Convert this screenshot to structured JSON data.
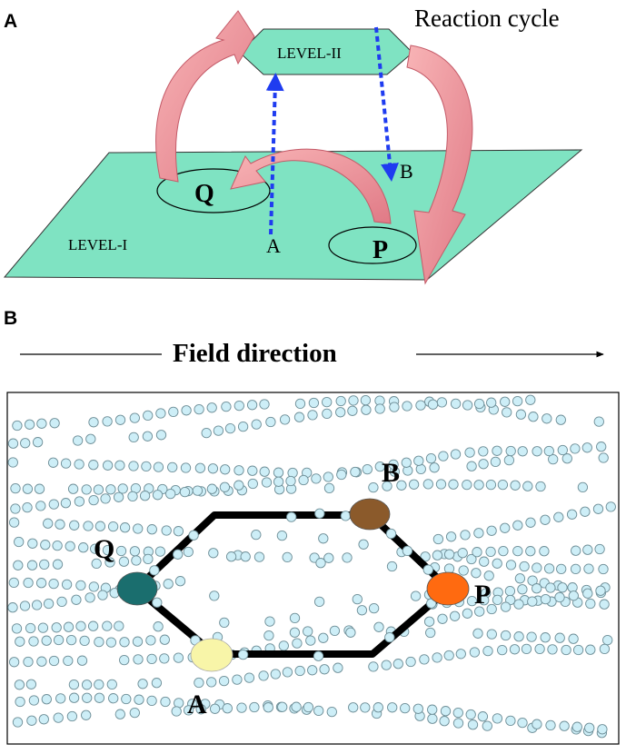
{
  "panel_a": {
    "letter": "A",
    "title": "Reaction cycle",
    "level2_label": "LEVEL-II",
    "level1_label": "LEVEL-I",
    "label_q": "Q",
    "label_p": "P",
    "label_a": "A",
    "label_b": "B",
    "plane_color": "#7fe3c2",
    "arrow_color": "#f4a0a4",
    "dashed_color": "#1f3cf0"
  },
  "panel_b": {
    "letter": "B",
    "field_label": "Field direction",
    "label_q": "Q",
    "label_p": "P",
    "label_a": "A",
    "label_b": "B",
    "node_colors": {
      "q": "#1a6e6e",
      "b": "#8b5a2b",
      "p": "#ff6a10",
      "a": "#f8f5a8"
    },
    "particle_color": "#cdeef7"
  }
}
